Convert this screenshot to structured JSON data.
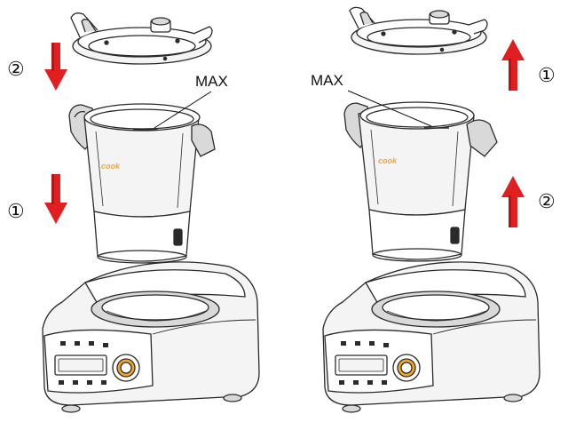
{
  "labels": {
    "max": "MAX",
    "step_one": "①",
    "step_two": "②",
    "brand_logo": "cook"
  },
  "colors": {
    "arrow_red": "#e02020",
    "arrow_dark": "#b81414",
    "outline": "#2a2a2a",
    "fill_light": "#f4f4f4",
    "fill_mid": "#d9d9d9",
    "knob_orange": "#f5a623",
    "logo_orange": "#f5a623"
  },
  "arrows": {
    "left_lid": "down",
    "left_bowl": "down",
    "right_lid": "up",
    "right_bowl": "up"
  }
}
